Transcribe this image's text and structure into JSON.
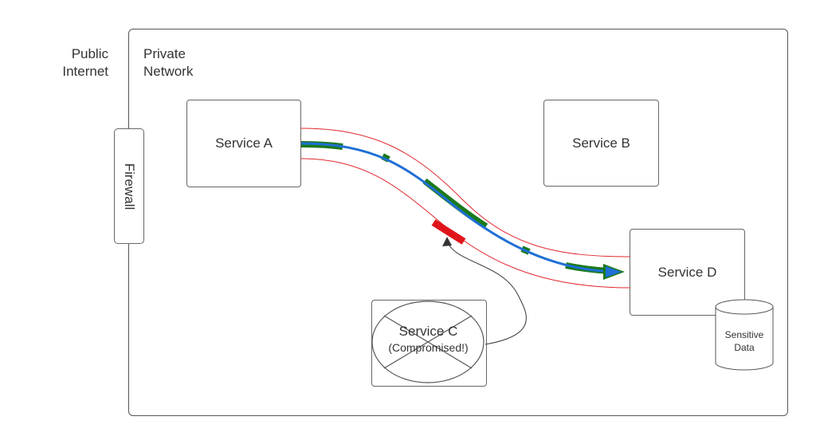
{
  "zones": {
    "public_internet": [
      "Public",
      "Internet"
    ],
    "private_network": [
      "Private",
      "Network"
    ]
  },
  "firewall_label": "Firewall",
  "services": {
    "a": "Service A",
    "b": "Service B",
    "c": [
      "Service C",
      "(Compromised!)"
    ],
    "d": "Service D"
  },
  "database": [
    "Sensitive",
    "Data"
  ],
  "colors": {
    "flow_blue": "#1f6fd6",
    "secure_green": "#1a7a1a",
    "tunnel_red": "#e0282e",
    "block_red": "#e0151b",
    "outline": "#666666"
  }
}
